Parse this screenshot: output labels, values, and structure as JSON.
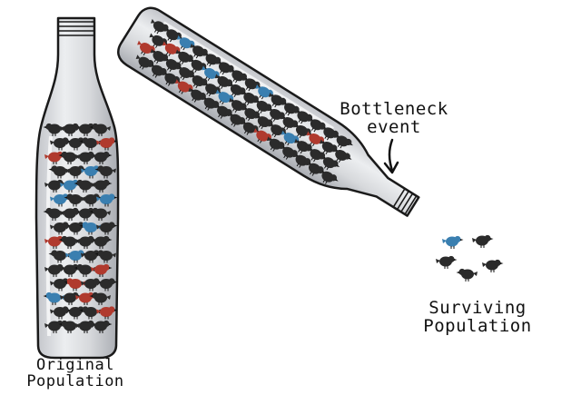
{
  "labels": {
    "original_line1": "Original",
    "original_line2": "Population",
    "bottleneck_line1": "Bottleneck",
    "bottleneck_line2": "event",
    "surviving_line1": "Surviving",
    "surviving_line2": "Population"
  },
  "colors": {
    "outline": "#1a1a1a",
    "glass": "#d9dadd",
    "glass_shadow": "#b9bbc0",
    "bird_black": "#2b2b2b",
    "bird_red": "#b03a2e",
    "bird_blue": "#3a7fb0"
  }
}
